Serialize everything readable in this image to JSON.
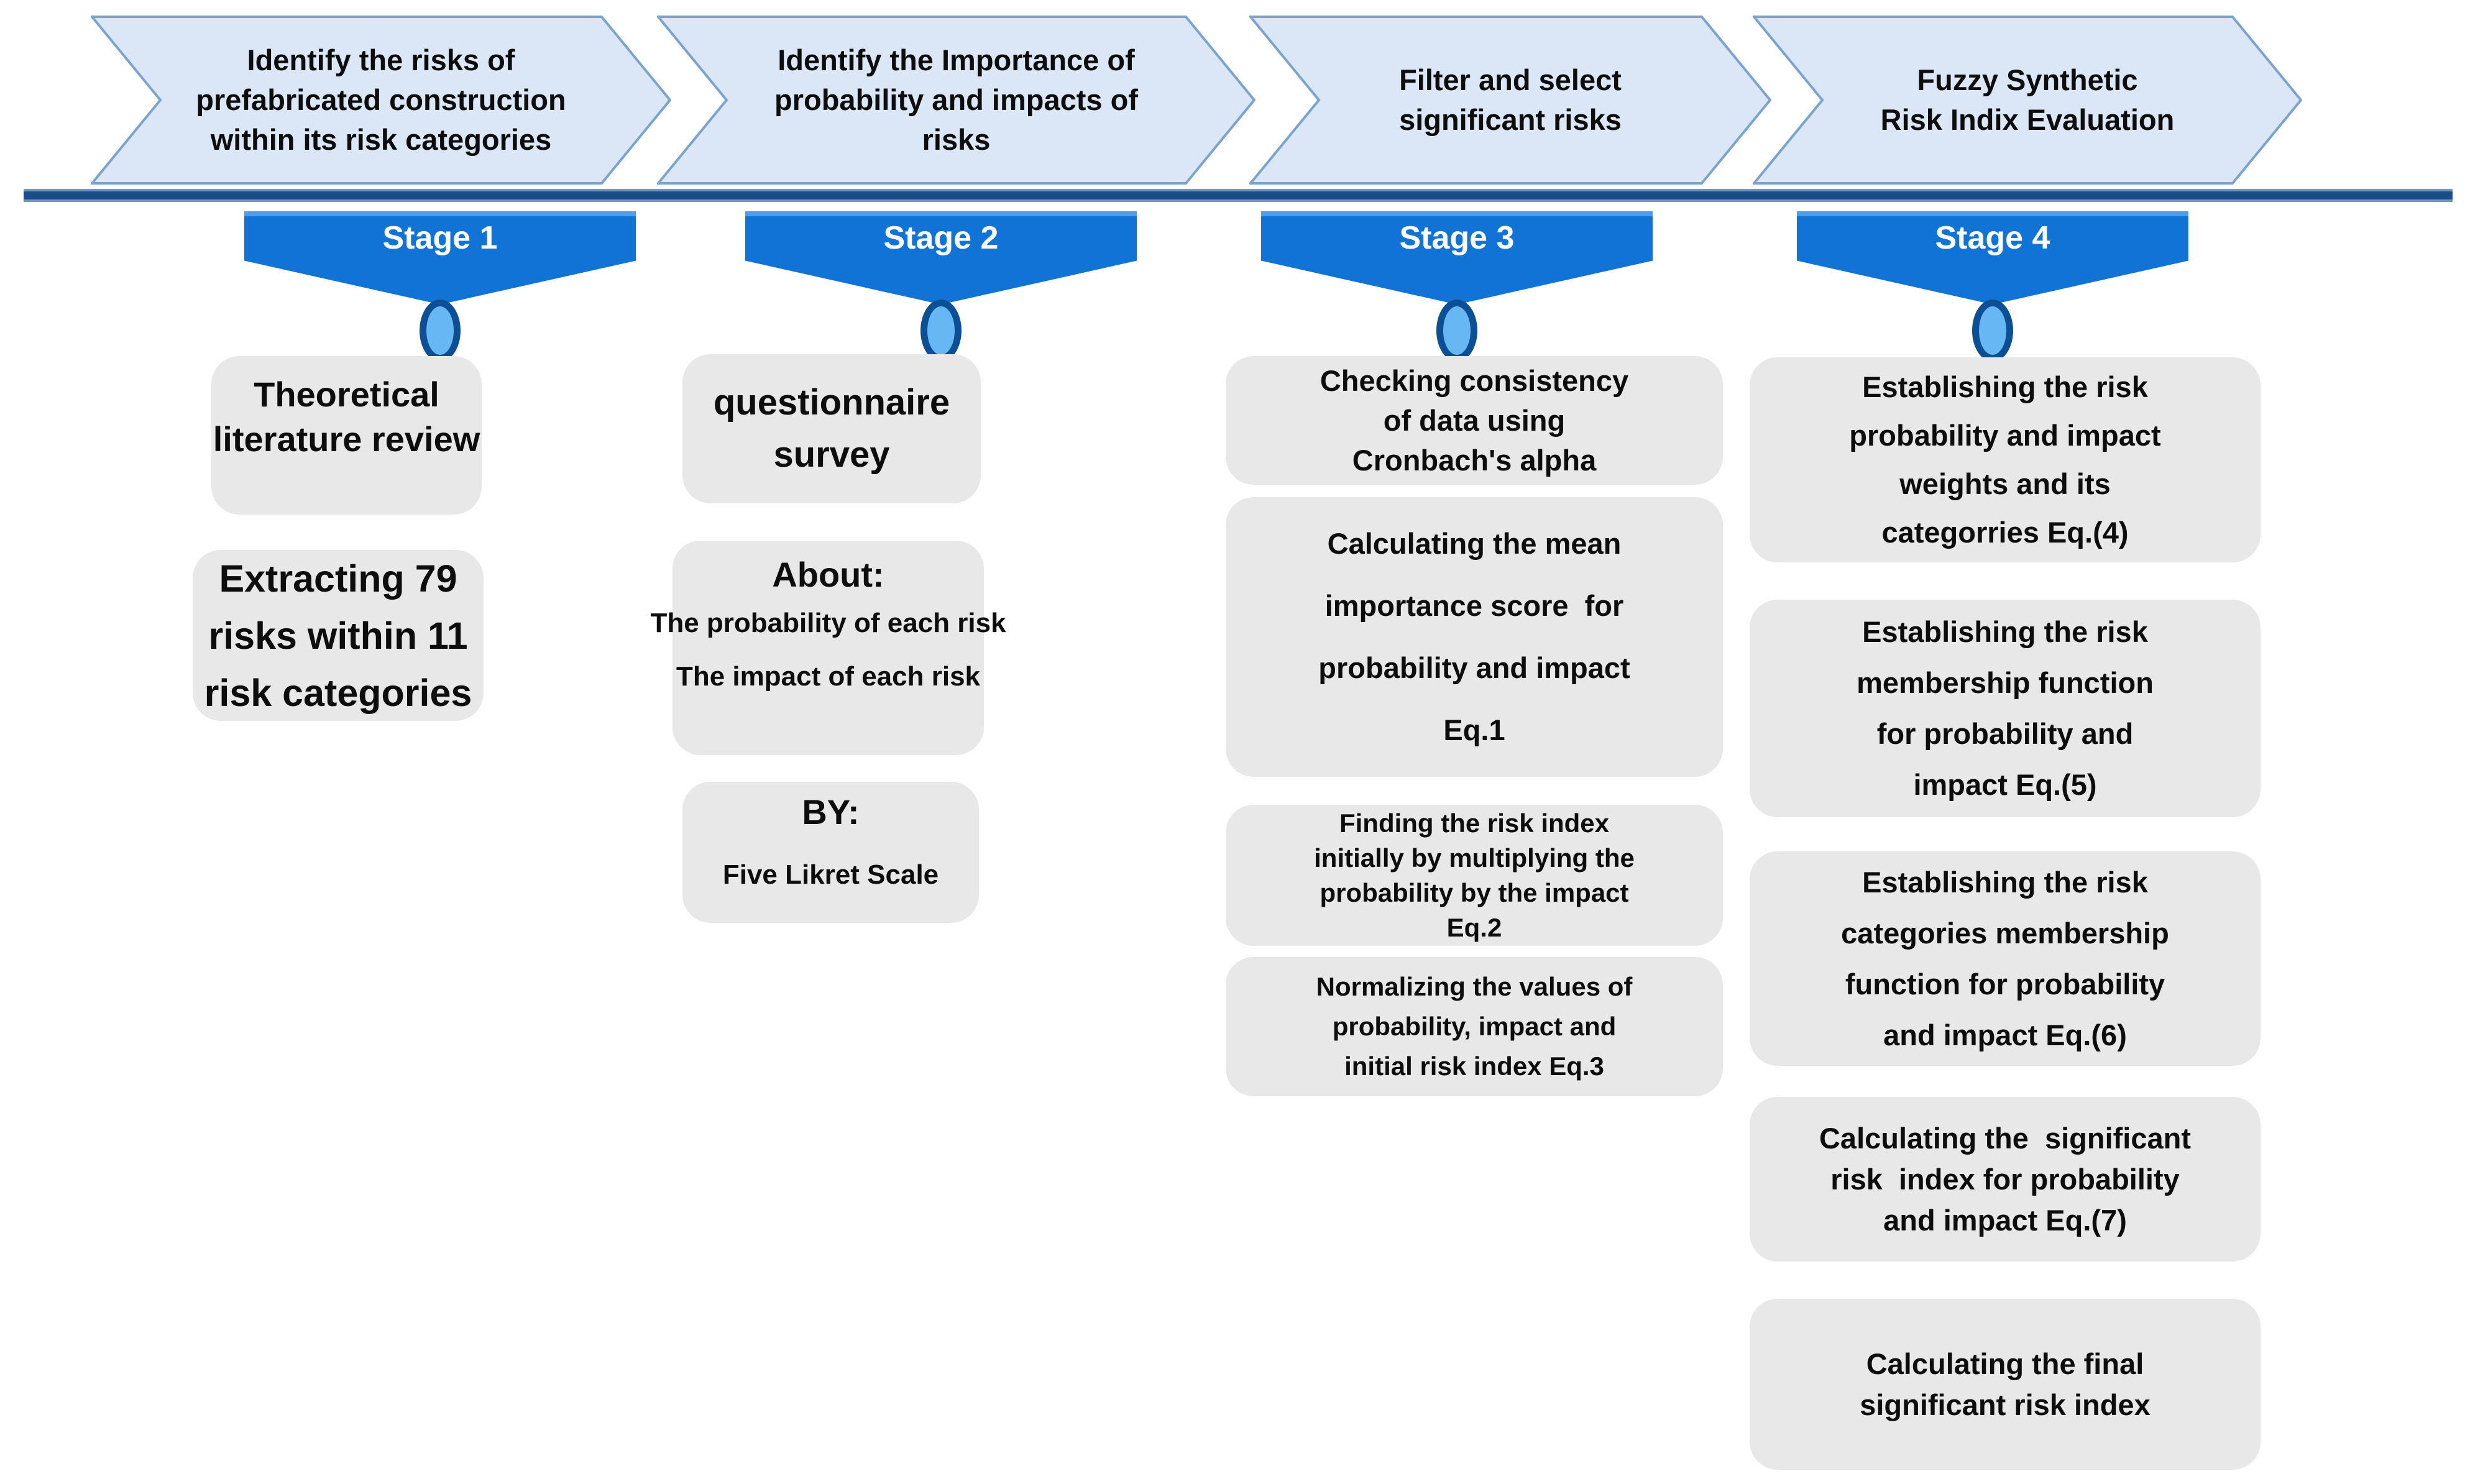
{
  "colors": {
    "chevron_fill": "#dbe7f6",
    "chevron_border": "#7ba3d0",
    "banner_blue": "#1173d5",
    "banner_top": "#4d9de8",
    "circle_fill": "#67b7f5",
    "circle_border": "#0d4f95",
    "rule_dark": "#1c4c88",
    "rule_light": "#7096c8",
    "box_gray": "#e8e8e8",
    "text": "#0d0d0d"
  },
  "stages": [
    {
      "banner": "Stage 1",
      "chevron_lines": [
        "Identify the risks of",
        "prefabricated construction",
        "within its risk categories"
      ],
      "boxes": [
        {
          "lines": [
            "Theoretical",
            "literature review"
          ]
        },
        {
          "lines": [
            "Extracting 79",
            "risks within 11",
            "risk categories"
          ]
        }
      ]
    },
    {
      "banner": "Stage 2",
      "chevron_lines": [
        "Identify the Importance of",
        "probability  and impacts of",
        "risks"
      ],
      "boxes": [
        {
          "lines": [
            "questionnaire",
            "survey"
          ]
        },
        {
          "heading": "About:",
          "lines": [
            "The probability of each risk",
            "The impact of each risk"
          ]
        },
        {
          "heading": "BY:",
          "lines": [
            "Five Likret Scale"
          ]
        }
      ]
    },
    {
      "banner": "Stage 3",
      "chevron_lines": [
        "Filter and select",
        "significant risks"
      ],
      "boxes": [
        {
          "lines": [
            "Checking consistency",
            "of data using",
            "Cronbach's alpha"
          ]
        },
        {
          "lines": [
            "Calculating the mean",
            "importance score  for",
            "probability and impact",
            "Eq.1"
          ]
        },
        {
          "lines": [
            "Finding the risk index",
            "initially by multiplying the",
            "probability by the impact",
            "Eq.2"
          ]
        },
        {
          "lines": [
            "Normalizing the values of",
            "probability, impact and",
            "initial risk index Eq.3"
          ]
        }
      ]
    },
    {
      "banner": "Stage 4",
      "chevron_lines": [
        "Fuzzy Synthetic",
        "Risk Indix Evaluation"
      ],
      "boxes": [
        {
          "lines": [
            "Establishing the risk",
            "probability and impact",
            "weights and its",
            "categorries Eq.(4)"
          ]
        },
        {
          "lines": [
            "Establishing the risk",
            "membership function",
            "for probability and",
            "impact Eq.(5)"
          ]
        },
        {
          "lines": [
            "Establishing the risk",
            "categories membership",
            "function for probability",
            "and impact Eq.(6)"
          ]
        },
        {
          "lines": [
            "Calculating the  significant",
            "risk  index for probability",
            "and impact Eq.(7)"
          ]
        },
        {
          "lines": [
            "Calculating the final",
            "significant risk index"
          ]
        }
      ]
    }
  ]
}
